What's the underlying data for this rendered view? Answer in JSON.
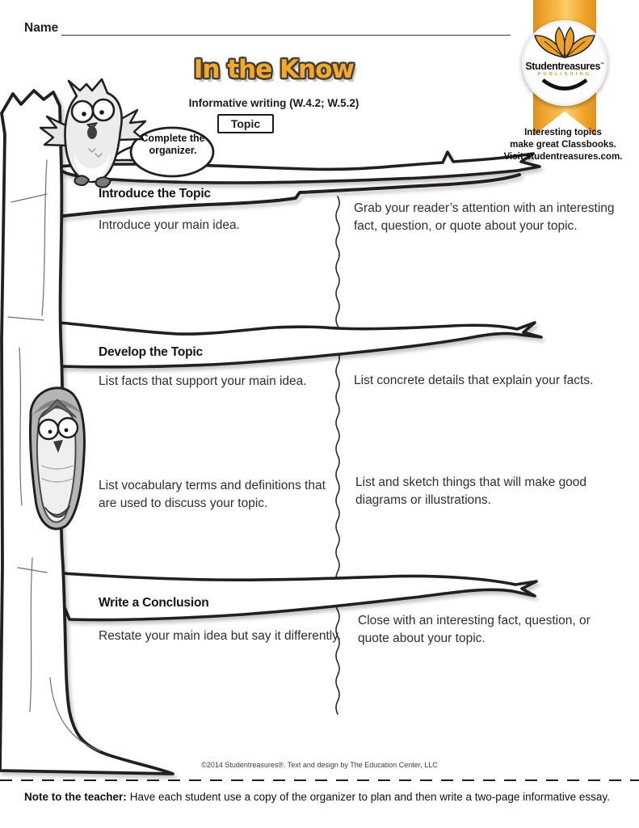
{
  "page": {
    "name_label": "Name",
    "title": "In the Know",
    "subtitle": "Informative writing (W.4.2; W.5.2)",
    "topic_label": "Topic",
    "speech_bubble": "Complete the organizer."
  },
  "ribbon": {
    "brand": "Studentreasures",
    "tm": "™",
    "publishing": "PUBLISHING",
    "captions": [
      "Interesting topics",
      "make great Classbooks.",
      "Visit studentreasures.com."
    ],
    "gold": "#F2A72F"
  },
  "sections": [
    {
      "heading": "Introduce the Topic",
      "rows": [
        {
          "left": "Introduce your main idea.",
          "right": "Grab your reader’s attention with an interesting fact, question, or quote about your topic."
        }
      ]
    },
    {
      "heading": "Develop the Topic",
      "rows": [
        {
          "left": "List facts that support your main idea.",
          "right": "List concrete details that explain your facts."
        },
        {
          "left": "List vocabulary terms and definitions that are used to discuss your topic.",
          "right": "List and sketch things that will make good diagrams or illustrations."
        }
      ]
    },
    {
      "heading": "Write a Conclusion",
      "rows": [
        {
          "left": "Restate your main idea but say it differently.",
          "right": "Close with an interesting fact, question, or quote about your topic."
        }
      ]
    }
  ],
  "footer": {
    "copyright": "©2014 Studentreasures®. Text and design by The Education Center, LLC",
    "note_label": "Note to the teacher:",
    "note_text": "Have each student use a copy of the organizer to plan and then write a two-page informative essay."
  },
  "colors": {
    "title_gold": "#F5A82C",
    "ink": "#231F20"
  }
}
